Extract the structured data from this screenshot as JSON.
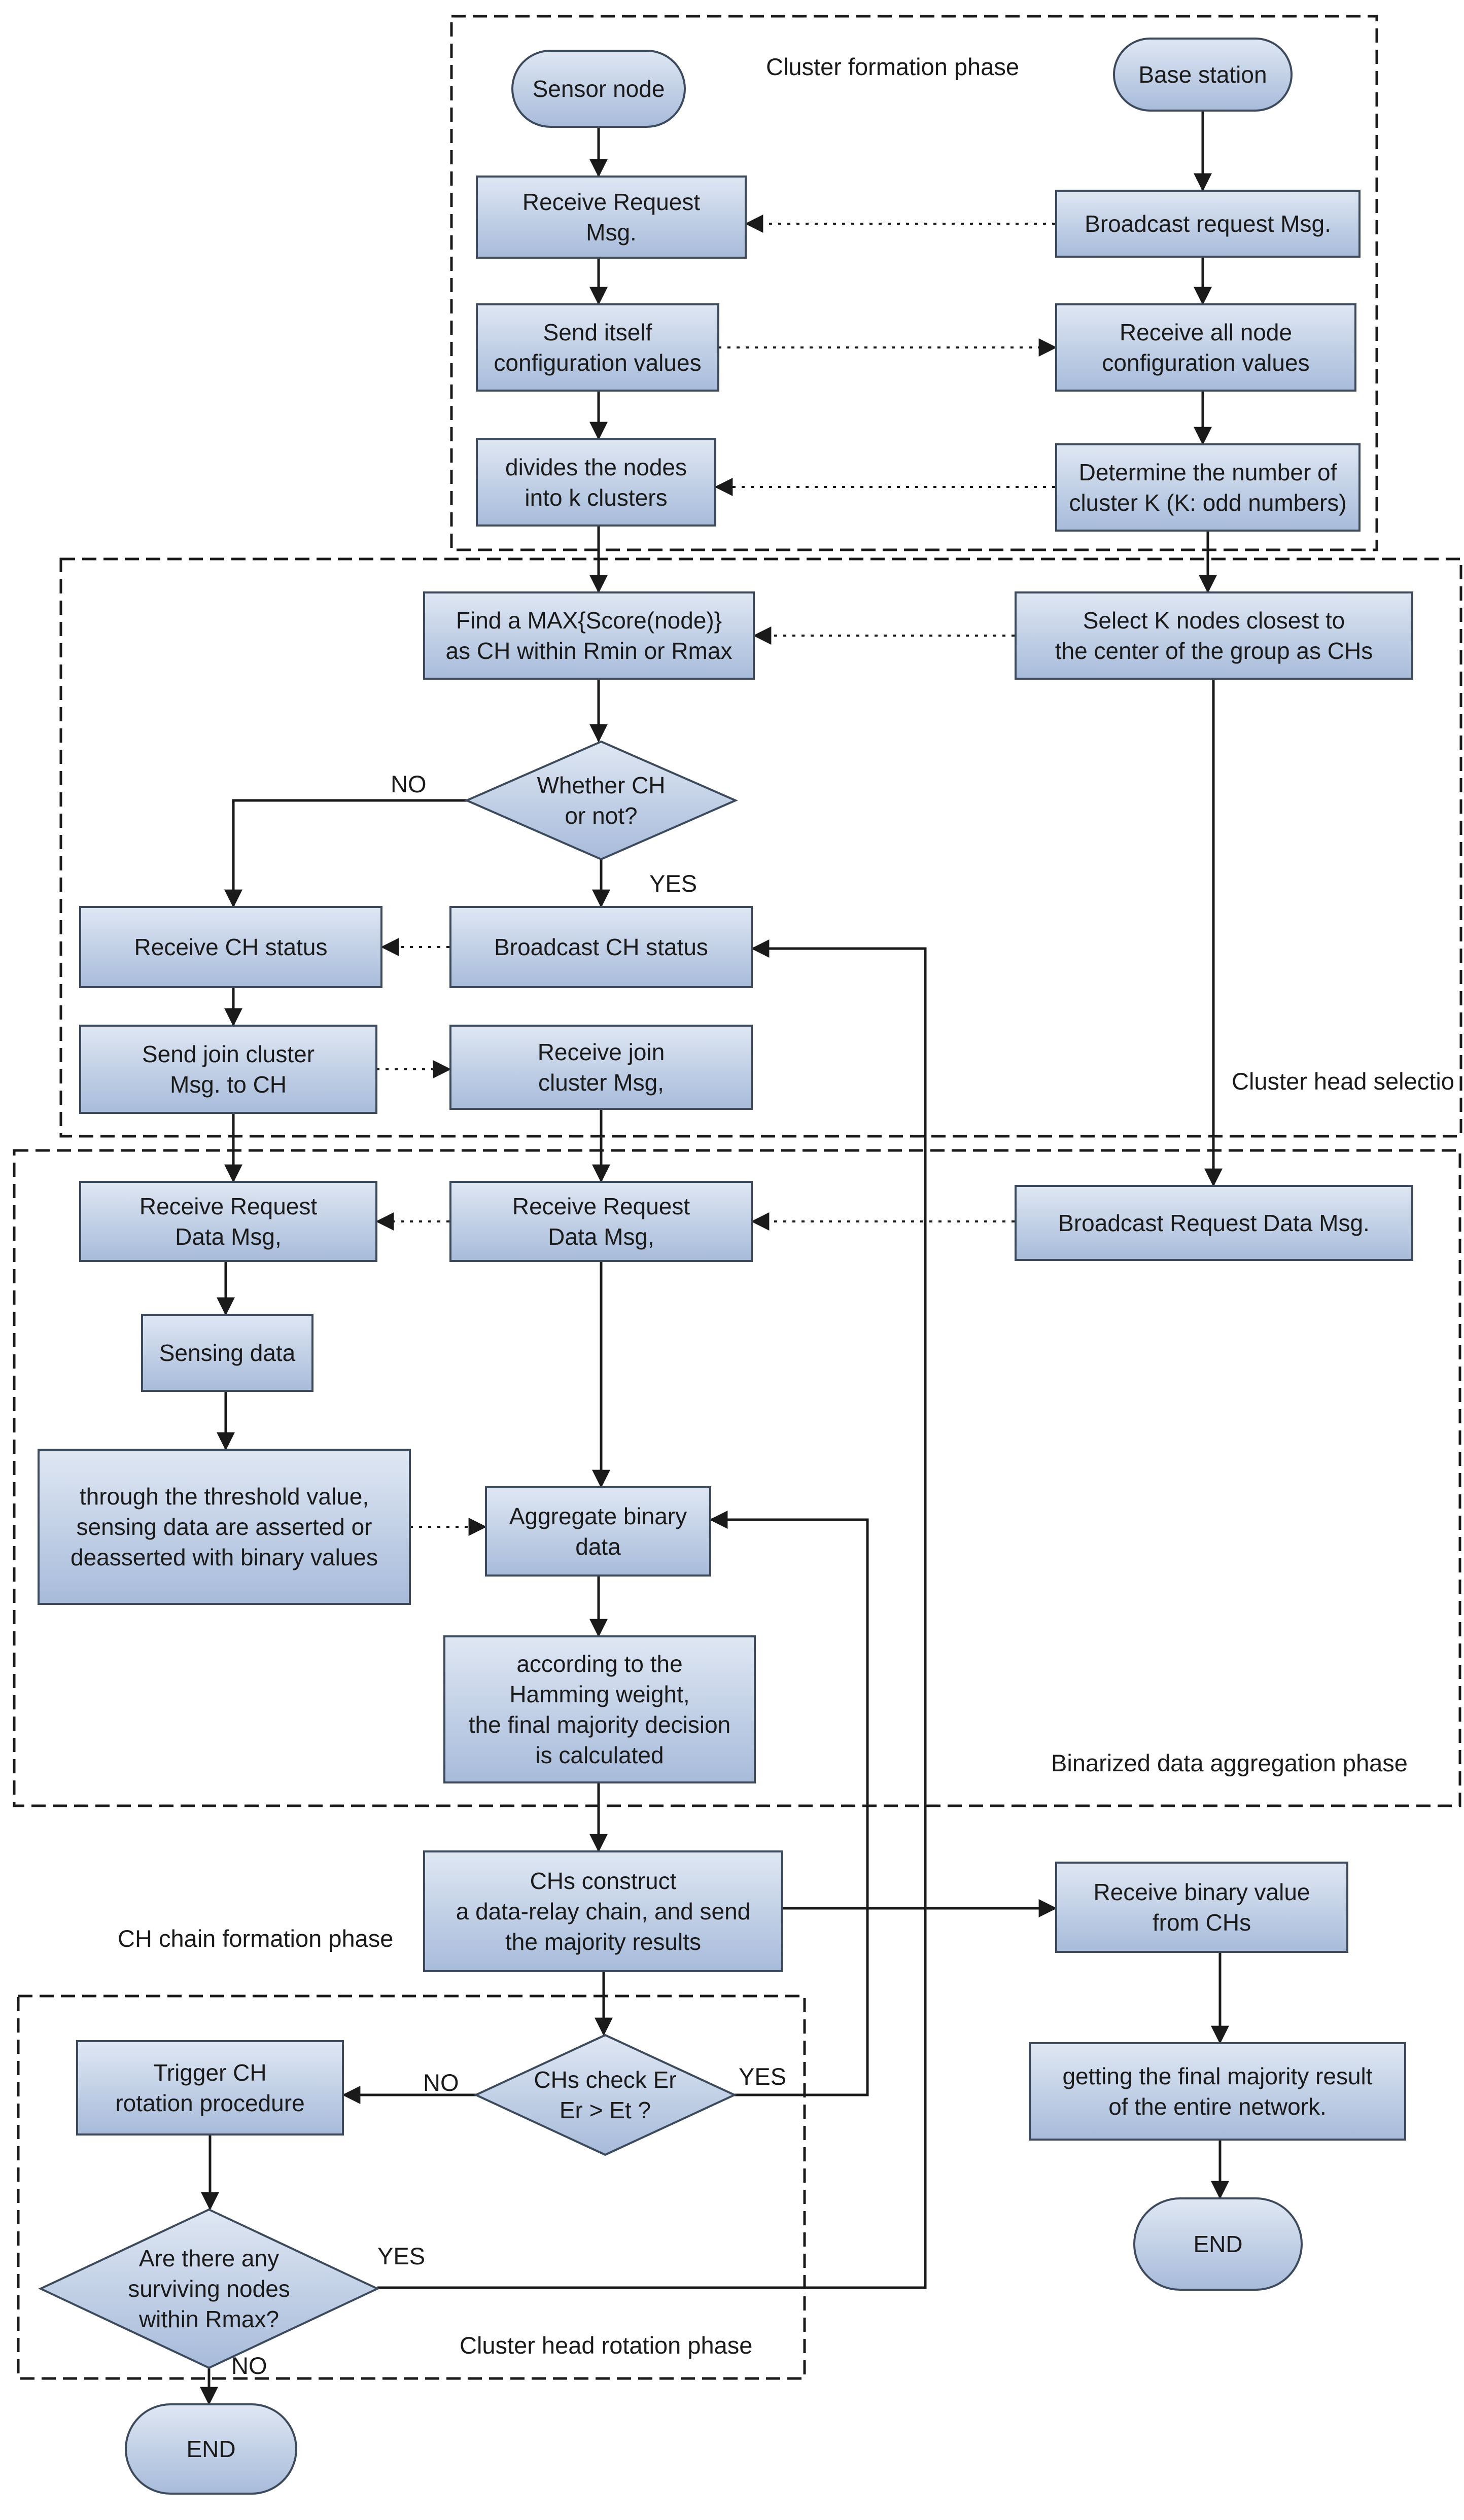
{
  "phases": {
    "formation": "Cluster formation phase",
    "head_selection": "Cluster head selectio",
    "aggregation": "Binarized data aggregation phase",
    "chain": "CH chain formation phase",
    "rotation": "Cluster head rotation phase"
  },
  "nodes": {
    "sensor_node": "Sensor node",
    "base_station": "Base station",
    "receive_request_msg": [
      "Receive Request",
      "Msg."
    ],
    "broadcast_request_msg": "Broadcast request Msg.",
    "send_config": [
      "Send itself",
      "configuration values"
    ],
    "receive_config": [
      "Receive all node",
      "configuration values"
    ],
    "divide_nodes": [
      "divides the nodes",
      "into k clusters"
    ],
    "determine_k": [
      "Determine the number of",
      "cluster K (K: odd numbers)"
    ],
    "find_max": [
      "Find a MAX{Score(node)}",
      "as CH within Rmin or Rmax"
    ],
    "select_k": [
      "Select K nodes closest to",
      "the center of the group as CHs"
    ],
    "whether_ch": [
      "Whether CH",
      "or not?"
    ],
    "receive_ch_status": "Receive CH status",
    "broadcast_ch_status": "Broadcast CH status",
    "send_join": [
      "Send join cluster",
      "Msg. to CH"
    ],
    "receive_join": [
      "Receive join",
      "cluster Msg,"
    ],
    "receive_data_left": [
      "Receive Request",
      "Data Msg,"
    ],
    "receive_data_mid": [
      "Receive Request",
      "Data Msg,"
    ],
    "broadcast_data_req": "Broadcast Request Data Msg.",
    "sensing_data": "Sensing data",
    "threshold": [
      "through the threshold value,",
      "sensing data are asserted or",
      "deasserted with binary values"
    ],
    "aggregate": [
      "Aggregate binary",
      "data"
    ],
    "hamming": [
      "according to the",
      "Hamming weight,",
      "the final majority decision",
      "is calculated"
    ],
    "chs_construct": [
      "CHs construct",
      "a data-relay chain, and send",
      "the majority results"
    ],
    "receive_binary": [
      "Receive binary value",
      "from CHs"
    ],
    "trigger_rotation": [
      "Trigger CH",
      "rotation procedure"
    ],
    "chs_check": [
      "CHs check Er",
      "Er > Et ?"
    ],
    "final_result": [
      "getting the final majority result",
      "of the entire network."
    ],
    "surviving": [
      "Are there any",
      "surviving nodes",
      "within Rmax?"
    ],
    "end_right": "END",
    "end_bottom": "END"
  },
  "edge_labels": {
    "no_1": "NO",
    "yes_1": "YES",
    "no_2": "NO",
    "yes_2": "YES",
    "yes_3": "YES",
    "no_3": "NO"
  },
  "colors": {
    "box_top": "#dfe7f3",
    "box_bottom": "#a7bbda",
    "border": "#3d4a5c",
    "line": "#1a1a1a"
  }
}
